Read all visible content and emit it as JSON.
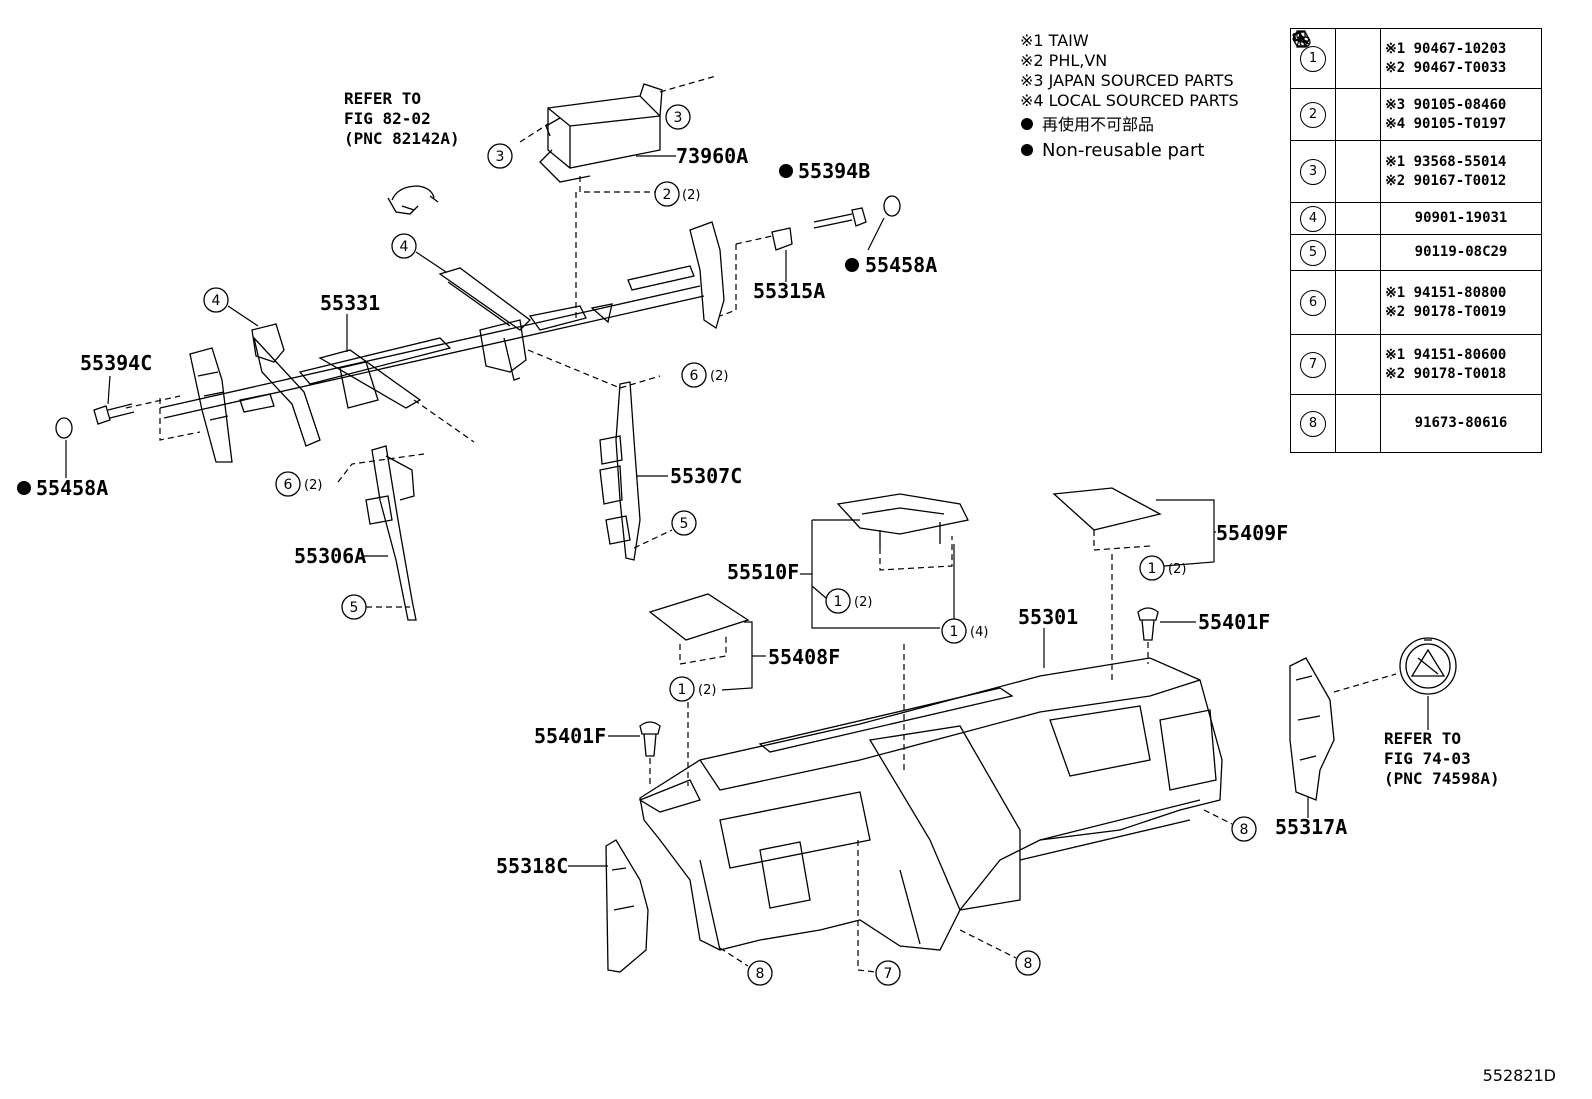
{
  "notes": {
    "n1": "※1 TAIW",
    "n2": "※2 PHL,VN",
    "n3": "※3 JAPAN SOURCED PARTS",
    "n4": "※4 LOCAL SOURCED PARTS",
    "nr_jp": "再使用不可部品",
    "nr_en": "Non-reusable part"
  },
  "refer_top": {
    "l1": "REFER TO",
    "l2": "FIG 82-02",
    "l3": "(PNC 82142A)"
  },
  "refer_right": {
    "l1": "REFER TO",
    "l2": "FIG 74-03",
    "l3": "(PNC 74598A)"
  },
  "parts": {
    "p73960A": "73960A",
    "p55394B": "55394B",
    "p55458A_r": "55458A",
    "p55315A": "55315A",
    "p55331": "55331",
    "p55394C": "55394C",
    "p55458A_l": "55458A",
    "p55307C": "55307C",
    "p55306A": "55306A",
    "p55510F": "55510F",
    "p55409F": "55409F",
    "p55301": "55301",
    "p55401F_r": "55401F",
    "p55408F": "55408F",
    "p55401F_l": "55401F",
    "p55317A": "55317A",
    "p55318C": "55318C"
  },
  "callouts": {
    "c1": "1",
    "c2": "2",
    "c3": "3",
    "c4": "4",
    "c5": "5",
    "c6": "6",
    "c7": "7",
    "c8": "8",
    "q2": "(2)",
    "q4": "(4)"
  },
  "table": {
    "rows": [
      {
        "num": "1",
        "icon": "clip-icon",
        "lines": [
          "※1 90467-10203",
          "※2 90467-T0033"
        ]
      },
      {
        "num": "2",
        "icon": "screw-icon",
        "lines": [
          "※3 90105-08460",
          "※4 90105-T0197"
        ]
      },
      {
        "num": "3",
        "icon": "screw-icon",
        "lines": [
          "※1 93568-55014",
          "※2 90167-T0012"
        ]
      },
      {
        "num": "4",
        "icon": "bolt-icon",
        "lines": [
          "90901-19031"
        ]
      },
      {
        "num": "5",
        "icon": "bolt-washer-icon",
        "lines": [
          "90119-08C29"
        ]
      },
      {
        "num": "6",
        "icon": "nut-icon",
        "lines": [
          "※1 94151-80800",
          "※2 90178-T0019"
        ]
      },
      {
        "num": "7",
        "icon": "nut-icon",
        "lines": [
          "※1 94151-80600",
          "※2 90178-T0018"
        ]
      },
      {
        "num": "8",
        "icon": "screw-icon",
        "lines": [
          "91673-80616"
        ]
      }
    ]
  },
  "figure_code": "552821D"
}
